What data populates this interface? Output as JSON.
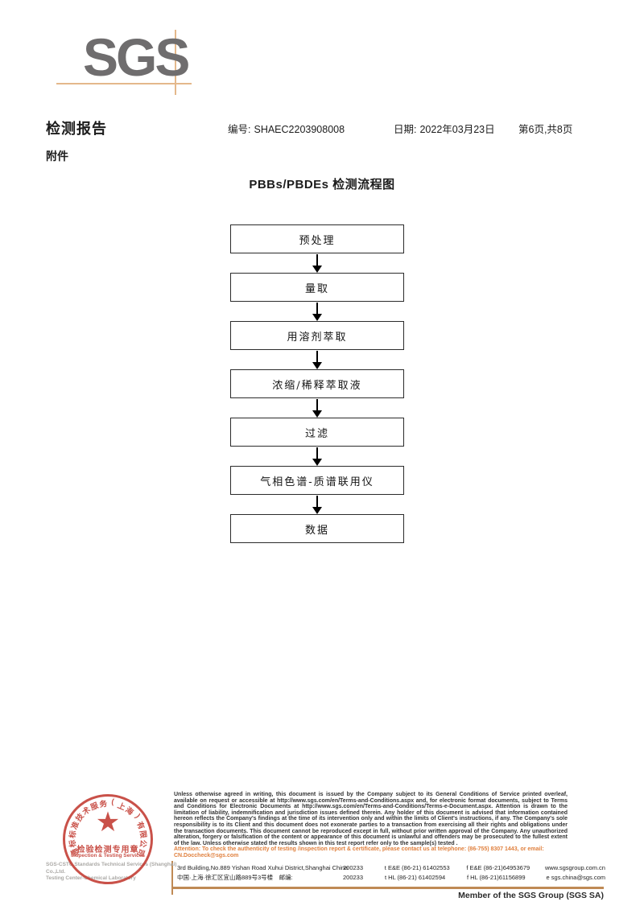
{
  "logo": {
    "text": "SGS"
  },
  "header": {
    "report_title": "检测报告",
    "number_label": "编号:",
    "number_value": "SHAEC2203908008",
    "date_label": "日期:",
    "date_value": "2022年03月23日",
    "page_info": "第6页,共8页",
    "attachment_label": "附件"
  },
  "flowchart": {
    "title": "PBBs/PBDEs 检测流程图",
    "steps": [
      "预处理",
      "量取",
      "用溶剂萃取",
      "浓缩/稀释萃取液",
      "过滤",
      "气相色谱-质谱联用仪",
      "数据"
    ]
  },
  "stamp": {
    "arc_text": "通标标准技术服务(上海)有限公司",
    "star_icon": "★",
    "center_line1": "检验检测专用章",
    "center_line2": "Inspection & Testing Services",
    "company_line1": "SGS-CSTC Standards Technical Services (Shanghai) Co.,Ltd.",
    "company_line2": "Testing Center-Chemical Laboratory"
  },
  "footer": {
    "legal_text": "Unless otherwise agreed in writing, this document is issued by the Company subject to its General Conditions of Service printed overleaf, available on request or accessible at http://www.sgs.com/en/Terms-and-Conditions.aspx and, for electronic format documents, subject to Terms and Conditions for Electronic Documents at http://www.sgs.com/en/Terms-and-Conditions/Terms-e-Document.aspx. Attention is drawn to the limitation of liability, indemnification and jurisdiction issues defined therein. Any holder of this document is advised that information contained hereon reflects the Company's findings at the time of its intervention only and within the limits of Client's instructions, if any. The Company's sole responsibility is to its Client and this document does not exonerate parties to a transaction from exercising all their rights and obligations under the transaction documents. This document cannot be reproduced except in full, without prior written approval of the Company. Any unauthorized alteration, forgery or falsification of the content or appearance of this document is unlawful and offenders may be prosecuted to the fullest extent of the law. Unless otherwise stated the results shown in this test report refer only to the sample(s) tested .",
    "attention_text": "Attention: To check the authenticity of testing /inspection report & certificate, please contact us at telephone: (86-755) 8307 1443, or email: CN.Doccheck@sgs.com",
    "address_rows": [
      {
        "address": "3rd Building,No.889 Yishan Road Xuhui District,Shanghai China",
        "postal": "200233",
        "tel": "t E&E (86-21) 61402553",
        "fax": "f E&E (86-21)64953679",
        "web": "www.sgsgroup.com.cn"
      },
      {
        "address": "中国·上海·徐汇区宜山路889号3号楼　邮编:",
        "postal": "200233",
        "tel": "t HL (86-21) 61402594",
        "fax": "f HL (86-21)61156899",
        "web": "e sgs.china@sgs.com"
      }
    ],
    "member_text": "Member of the SGS Group (SGS SA)"
  },
  "colors": {
    "logo_gray": "#6f6d6e",
    "crosshair_orange": "#e4b88b",
    "stamp_red": "#c23a30",
    "attention_orange": "#e0803e",
    "footer_line_tan": "#bf8a55"
  }
}
